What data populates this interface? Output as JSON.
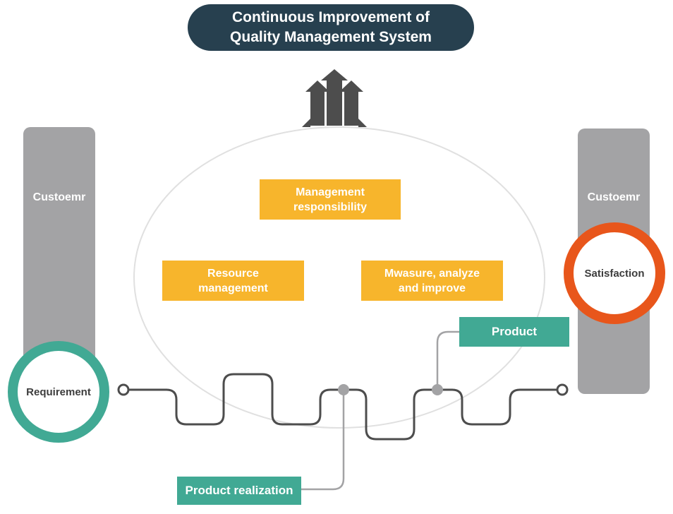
{
  "title": {
    "line1": "Continuous Improvement of",
    "line2": "Quality Management System"
  },
  "left_pillar": {
    "label": "Custoemr"
  },
  "right_pillar": {
    "label": "Custoemr"
  },
  "left_ring": {
    "label": "Requirement"
  },
  "right_ring": {
    "label": "Satisfaction"
  },
  "boxes": {
    "management": {
      "line1": "Management",
      "line2": "responsibility"
    },
    "resource": {
      "line1": "Resource",
      "line2": "management"
    },
    "measure": {
      "line1": "Mwasure, analyze",
      "line2": "and improve"
    }
  },
  "labels": {
    "product": "Product",
    "product_realization": "Product realization"
  },
  "colors": {
    "title_bg": "#27404f",
    "pillar": "#a3a3a5",
    "yellow": "#f7b52c",
    "green": "#41a994",
    "orange": "#e8561b",
    "line": "#4d4d4d",
    "connector": "#a3a3a5",
    "ellipse": "#e0e0e0"
  },
  "icons": {
    "up_arrows": "triple-up-arrow-icon"
  }
}
